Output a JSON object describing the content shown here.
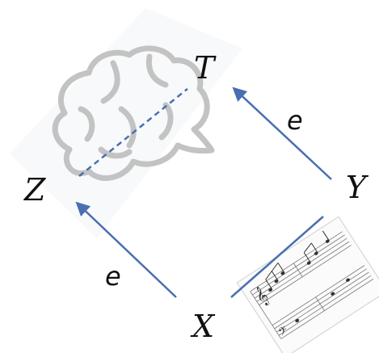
{
  "diagram": {
    "nodes": {
      "top": "T",
      "left": "Z",
      "right": "Y",
      "bottom": "X"
    },
    "edges": [
      {
        "from": "X",
        "to": "Z",
        "label": "e"
      },
      {
        "from": "Y",
        "to": "T",
        "label": "e"
      }
    ],
    "illustrations": [
      "brain-icon",
      "sheet-music"
    ]
  },
  "colors": {
    "arrow": "#4a6fb0",
    "brain": "#c3c3c3",
    "dashed_line": "#4a6fb0",
    "label": "#111111"
  }
}
